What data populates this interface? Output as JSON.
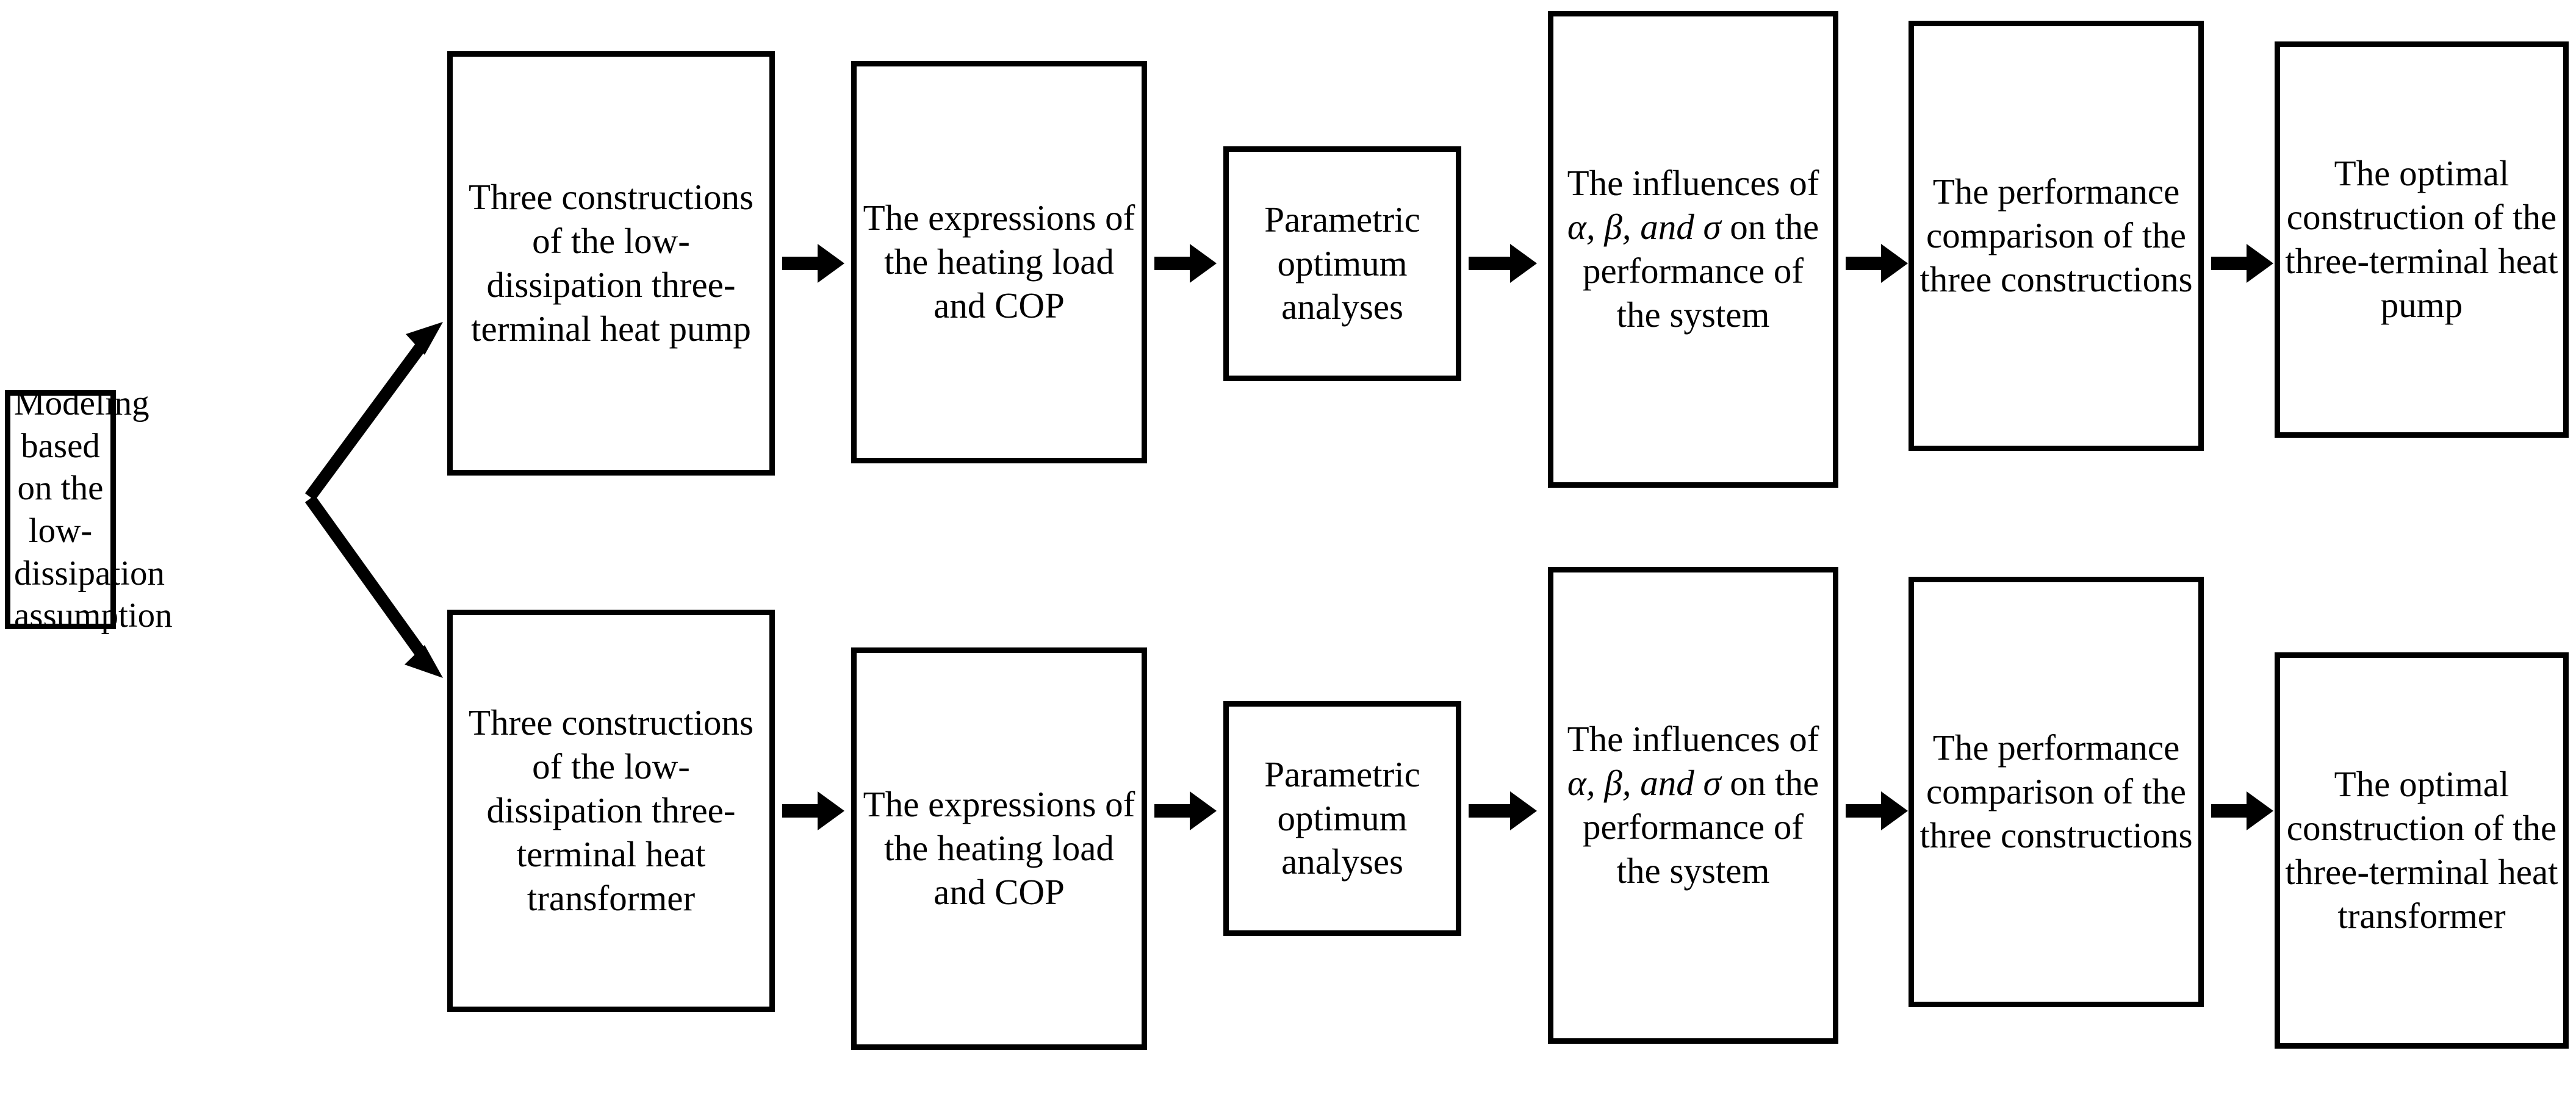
{
  "diagram": {
    "type": "flowchart",
    "orientation": "left-to-right",
    "branches": 2,
    "start_node": {
      "id": "start",
      "label": "Modeling based on the low-dissipation assumption"
    },
    "rows": [
      {
        "id": "heat-pump-branch",
        "name": "heat pump branch",
        "nodes": [
          {
            "id": "hp-1",
            "label": "Three constructions of the low-dissipation three-terminal heat pump"
          },
          {
            "id": "hp-2",
            "label": "The expressions of the heating load and COP"
          },
          {
            "id": "hp-3",
            "label": "Parametric optimum analyses"
          },
          {
            "id": "hp-4",
            "label_pre": "The influences of ",
            "label_greek": "α, β, and σ",
            "label_post": " on the performance of the system",
            "label": "The influences of α, β, and σ on the performance of the system"
          },
          {
            "id": "hp-5",
            "label": "The performance comparison of the three constructions"
          },
          {
            "id": "hp-6",
            "label": "The optimal construction of  the three-terminal heat pump"
          }
        ]
      },
      {
        "id": "heat-transformer-branch",
        "name": "heat transformer branch",
        "nodes": [
          {
            "id": "ht-1",
            "label": "Three constructions of the low-dissipation three-terminal heat transformer"
          },
          {
            "id": "ht-2",
            "label": "The expressions of the heating load and COP"
          },
          {
            "id": "ht-3",
            "label": "Parametric optimum analyses"
          },
          {
            "id": "ht-4",
            "label_pre": "The influences of ",
            "label_greek": "α, β, and σ",
            "label_post": " on the performance of the system",
            "label": "The influences of α, β, and σ on the performance of the system"
          },
          {
            "id": "ht-5",
            "label": "The performance comparison of the three constructions"
          },
          {
            "id": "ht-6",
            "label": "The optimal construction of  the three-terminal heat transformer"
          }
        ]
      }
    ],
    "colors": {
      "box_border": "#000000",
      "box_fill": "#ffffff",
      "text": "#000000",
      "arrow": "#000000",
      "background": "#ffffff"
    }
  }
}
